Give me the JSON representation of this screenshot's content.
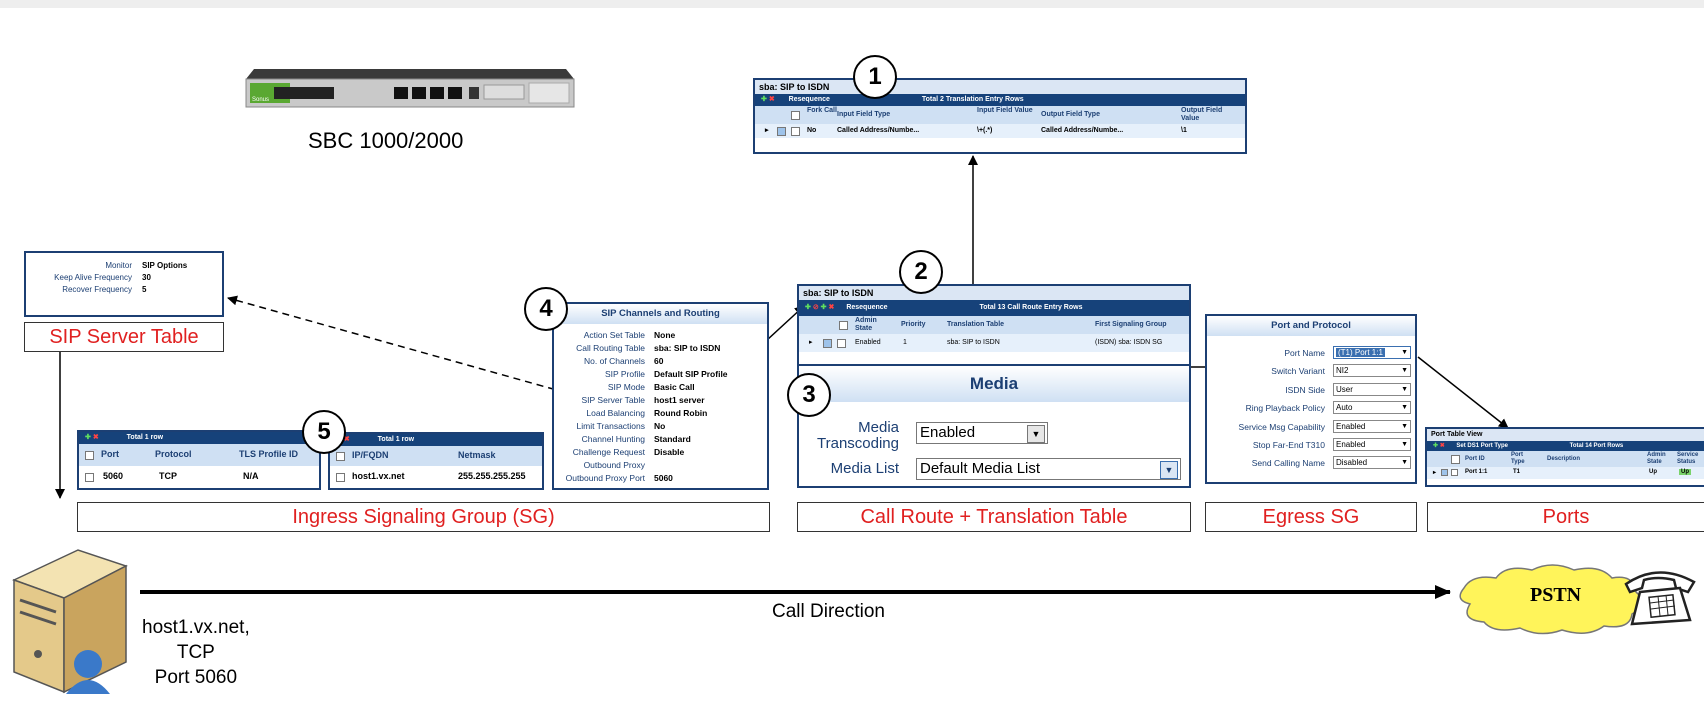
{
  "device_label": "SBC 1000/2000",
  "device_brand": "Sonus",
  "sip_server_table": {
    "rows": [
      {
        "label": "Monitor",
        "value": "SIP Options"
      },
      {
        "label": "Keep Alive Frequency",
        "value": "30"
      },
      {
        "label": "Recover Frequency",
        "value": "5"
      }
    ],
    "title": "SIP Server Table"
  },
  "translation_window": {
    "title": "sba: SIP to ISDN",
    "toolbar_text": "Resequence",
    "total_text": "Total 2 Translation Entry Rows",
    "headers": [
      "Fork Call",
      "Input Field Type",
      "Input Field Value",
      "Output Field Type",
      "Output Field Value"
    ],
    "row": [
      "No",
      "Called Address/Numbe...",
      "\\+(.*)",
      "Called Address/Numbe...",
      "\\1"
    ]
  },
  "call_route_window": {
    "title": "sba: SIP to ISDN",
    "toolbar_text": "Resequence",
    "total_text": "Total 13 Call Route Entry Rows",
    "headers": [
      "Admin State",
      "Priority",
      "Translation Table",
      "First Signaling Group"
    ],
    "row": [
      "Enabled",
      "1",
      "sba: SIP to ISDN",
      "(ISDN) sba: ISDN SG"
    ]
  },
  "media_panel": {
    "title": "Media",
    "rows": [
      {
        "label": "Media Transcoding",
        "value": "Enabled"
      },
      {
        "label": "Media List",
        "value": "Default Media List"
      }
    ]
  },
  "sip_channels": {
    "title": "SIP Channels and Routing",
    "rows": [
      {
        "label": "Action Set Table",
        "value": "None"
      },
      {
        "label": "Call Routing Table",
        "value": "sba: SIP to ISDN"
      },
      {
        "label": "No. of Channels",
        "value": "60"
      },
      {
        "label": "SIP Profile",
        "value": "Default SIP Profile"
      },
      {
        "label": "SIP Mode",
        "value": "Basic Call"
      },
      {
        "label": "SIP Server Table",
        "value": "host1 server"
      },
      {
        "label": "Load Balancing",
        "value": "Round Robin"
      },
      {
        "label": "Limit Transactions",
        "value": "No"
      },
      {
        "label": "Channel Hunting",
        "value": "Standard"
      },
      {
        "label": "Challenge Request",
        "value": "Disable"
      },
      {
        "label": "Outbound Proxy",
        "value": ""
      },
      {
        "label": "Outbound Proxy Port",
        "value": "5060"
      }
    ]
  },
  "listen_ports": {
    "total_text": "Total 1 row",
    "headers": [
      "Port",
      "Protocol",
      "TLS Profile ID"
    ],
    "row": [
      "5060",
      "TCP",
      "N/A"
    ]
  },
  "federated_ips": {
    "total_text": "Total 1 row",
    "headers": [
      "IP/FQDN",
      "Netmask"
    ],
    "row": [
      "host1.vx.net",
      "255.255.255.255"
    ]
  },
  "port_protocol": {
    "title": "Port and Protocol",
    "rows": [
      {
        "label": "Port Name",
        "value": "(T1) Port 1:1"
      },
      {
        "label": "Switch Variant",
        "value": "NI2"
      },
      {
        "label": "ISDN Side",
        "value": "User"
      },
      {
        "label": "Ring Playback Policy",
        "value": "Auto"
      },
      {
        "label": "Service Msg Capability",
        "value": "Enabled"
      },
      {
        "label": "Stop Far-End T310",
        "value": "Enabled"
      },
      {
        "label": "Send Calling Name",
        "value": "Disabled"
      }
    ]
  },
  "ports_window": {
    "title": "Port Table View",
    "toolbar_text": "Set DS1 Port Type",
    "total_text": "Total 14 Port Rows",
    "headers": [
      "Port ID",
      "Port Type",
      "Description",
      "Admin State",
      "Service Status"
    ],
    "row": [
      "Port 1:1",
      "T1",
      "",
      "Up",
      "Up"
    ]
  },
  "step_numbers": [
    "1",
    "2",
    "3",
    "4",
    "5"
  ],
  "section_labels": {
    "ingress": "Ingress Signaling Group (SG)",
    "call_route": "Call Route + Translation Table",
    "egress": "Egress SG",
    "ports": "Ports"
  },
  "call_direction": "Call Direction",
  "pstn": "PSTN",
  "host": {
    "line1": "host1.vx.net,",
    "line2": "TCP",
    "line3": "Port 5060"
  },
  "colors": {
    "window_border": "#1c3f73",
    "toolbar": "#16427a",
    "section_label_text": "#e02020",
    "pstn_cloud": "#fff45a"
  }
}
